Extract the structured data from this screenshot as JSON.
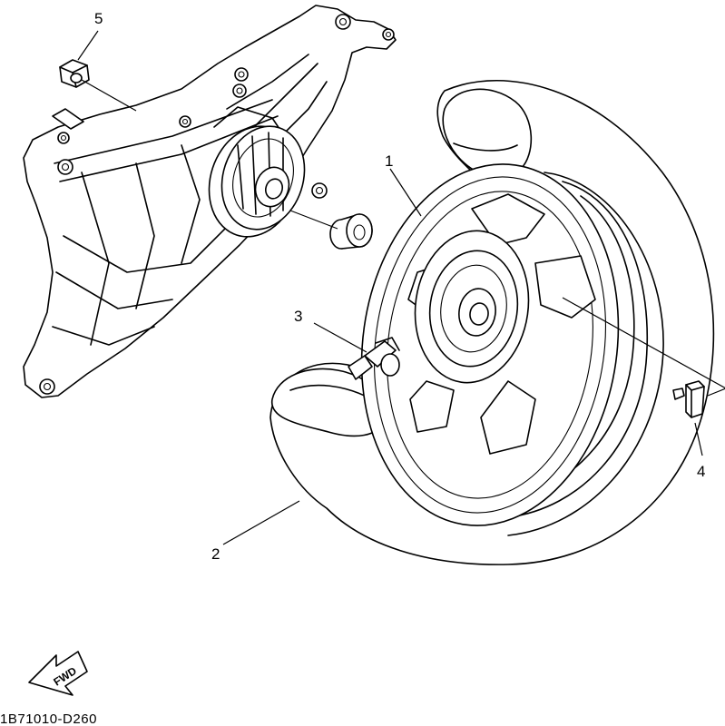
{
  "callouts": {
    "c1": "1",
    "c2": "2",
    "c3": "3",
    "c4": "4",
    "c5": "5"
  },
  "direction_label": "FWD",
  "drawing_code": "1B71010-D260"
}
